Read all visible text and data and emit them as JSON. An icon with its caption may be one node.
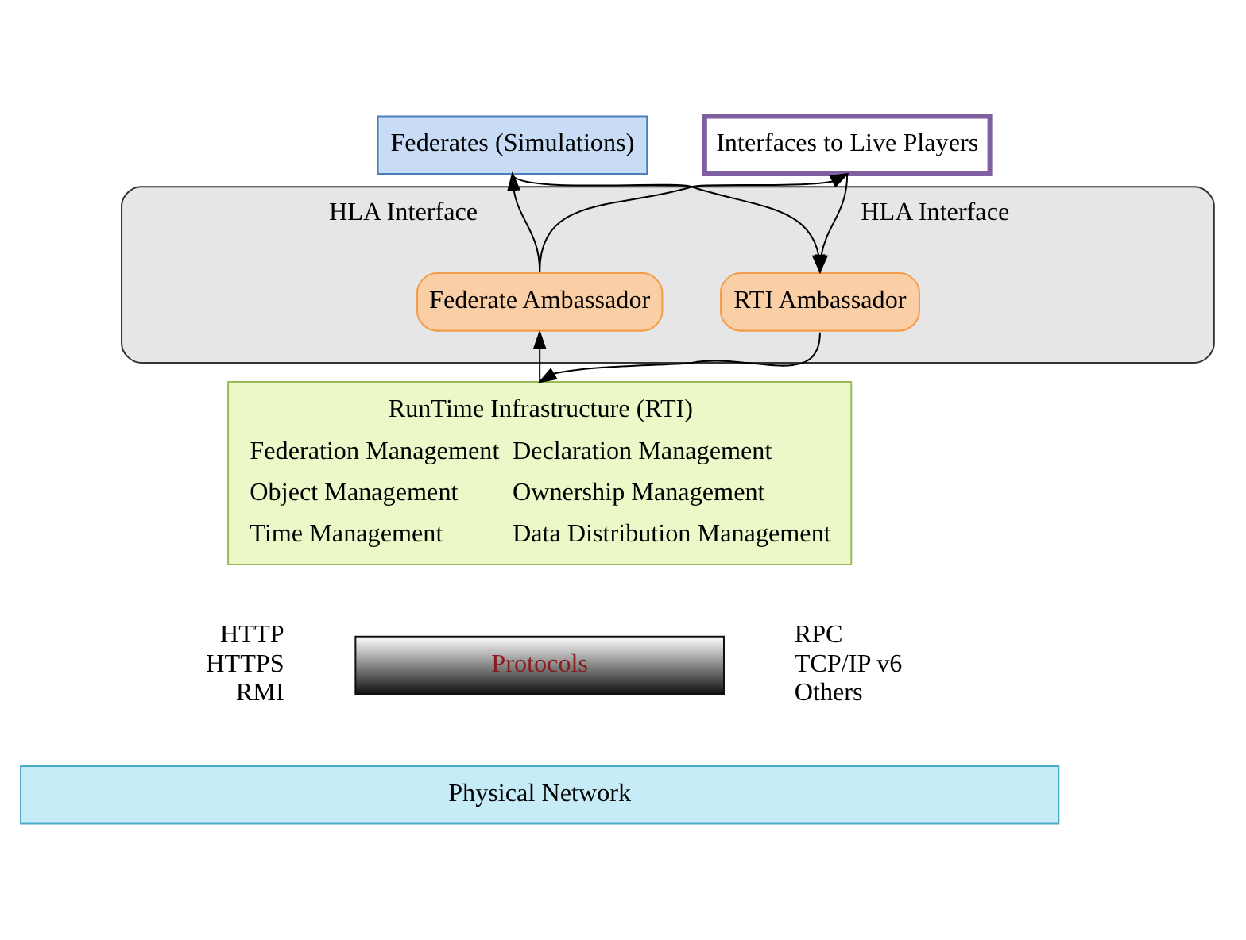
{
  "diagram": {
    "nodes": [
      {
        "text": [
          "HLA Interface",
          "HLA Interface"
        ]
      },
      {
        "text": [
          "Federates (Simulations)"
        ]
      },
      {
        "text": [
          "Interfaces to Live Players"
        ]
      },
      {
        "text": [
          "Federate Ambassador"
        ],
        "in": 0
      },
      {
        "text": [
          "RTI Ambassador"
        ],
        "in": 0
      },
      {
        "text": [
          "RunTime Infrastructure (RTI)",
          "Federation Management",
          "Declaration Management",
          "Object Management",
          "Ownership Management",
          "Time Management",
          "Data Distribution Management"
        ]
      },
      {
        "text": [
          "Protocols"
        ],
        "beside": [
          "HTTP",
          "HTTPS",
          "RMI",
          "RPC",
          "TCP/IP v6",
          "Others"
        ]
      },
      {
        "text": [
          "Physical Network"
        ]
      }
    ],
    "edges": [
      {
        "from": 3,
        "to": 1,
        "arrow": "to"
      },
      {
        "from": 3,
        "to": 2,
        "arrow": "to"
      },
      {
        "from": 1,
        "to": 4,
        "arrow": "to"
      },
      {
        "from": 2,
        "to": 4,
        "arrow": "to"
      },
      {
        "from": 4,
        "to": 5,
        "arrow": "to"
      },
      {
        "from": 5,
        "to": 3,
        "arrow": "to"
      }
    ]
  }
}
